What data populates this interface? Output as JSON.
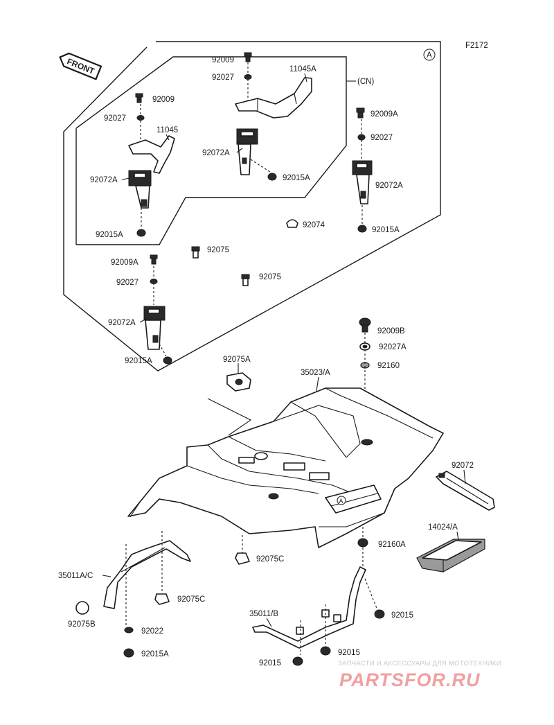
{
  "diagram_code": "F2172",
  "front_label": "FRONT",
  "view_marker": "A",
  "cn_label": "(CN)",
  "parts": {
    "p92009_cn": "92009",
    "p92027_cn": "92027",
    "p11045A": "11045A",
    "p92072A_cn": "92072A",
    "p92015A_cn": "92015A",
    "p92009_l": "92009",
    "p92027_l": "92027",
    "p11045": "11045",
    "p92072A_l": "92072A",
    "p92015A_l": "92015A",
    "p92009A_r": "92009A",
    "p92027_r": "92027",
    "p92072A_r": "92072A",
    "p92015A_r": "92015A",
    "p92074": "92074",
    "p92075_a": "92075",
    "p92075_b": "92075",
    "p92009A_ll": "92009A",
    "p92027_ll": "92027",
    "p92072A_ll": "92072A",
    "p92015A_ll": "92015A",
    "p92009B": "92009B",
    "p92027A": "92027A",
    "p92160": "92160",
    "p92075A": "92075A",
    "p35023A": "35023/A",
    "p92072": "92072",
    "p14024A": "14024/A",
    "p92160A": "92160A",
    "p92075C_a": "92075C",
    "p35011AC": "35011A/C",
    "p92075C_b": "92075C",
    "p92075B": "92075B",
    "p92022": "92022",
    "p92015A_b": "92015A",
    "p35011B": "35011/B",
    "p92015_a": "92015",
    "p92015_b": "92015",
    "p92015_c": "92015"
  },
  "watermark": {
    "subtitle": "ЗАПЧАСТИ И АКСЕССУАРЫ ДЛЯ МОТОТЕХНИКИ",
    "logo": "PARTSFOR.RU"
  }
}
